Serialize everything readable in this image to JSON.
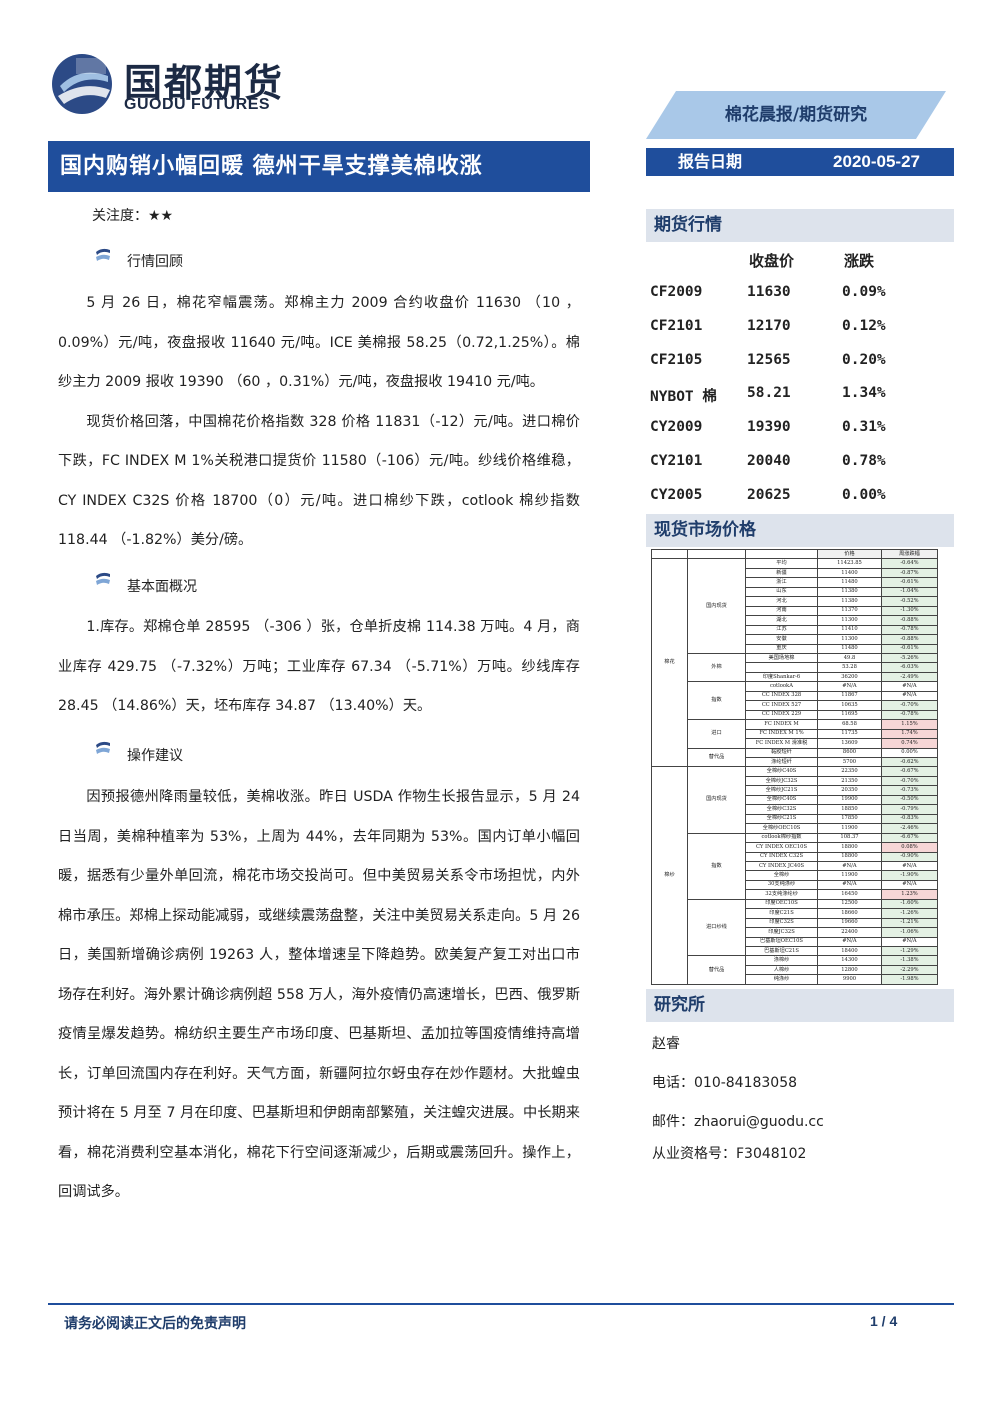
{
  "logo": {
    "cn": "国都期货",
    "en": "GUODU FUTURES"
  },
  "banner": "棉花晨报/期货研究",
  "report_date": {
    "label": "报告日期",
    "value": "2020-05-27"
  },
  "title": "国内购销小幅回暖 德州干旱支撑美棉收涨",
  "focus": "关注度：★★",
  "sections": {
    "review": {
      "heading": "行情回顾",
      "paras": [
        "5 月 26 日，棉花窄幅震荡。郑棉主力 2009 合约收盘价 11630 （10 ，0.09%）元/吨，夜盘报收 11640 元/吨。ICE 美棉报 58.25（0.72,1.25%）。棉纱主力 2009 报收 19390 （60 ，0.31%）元/吨，夜盘报收 19410 元/吨。",
        "现货价格回落，中国棉花价格指数 328 价格 11831（-12）元/吨。进口棉价下跌，FC INDEX M 1%关税港口提货价 11580（-106）元/吨。纱线价格维稳，CY INDEX C32S 价格 18700（0）元/吨。进口棉纱下跌，cotlook 棉纱指数 118.44 （-1.82%）美分/磅。"
      ]
    },
    "fundamentals": {
      "heading": "基本面概况",
      "paras": [
        "1.库存。郑棉仓单 28595 （-306 ）张，仓单折皮棉 114.38 万吨。4 月，商业库存 429.75 （-7.32%）万吨；工业库存 67.34 （-5.71%）万吨。纱线库存 28.45 （14.86%）天，坯布库存 34.87 （13.40%）天。"
      ]
    },
    "advice": {
      "heading": "操作建议",
      "paras": [
        "因预报德州降雨量较低，美棉收涨。昨日 USDA 作物生长报告显示，5 月 24 日当周，美棉种植率为 53%，上周为 44%，去年同期为 53%。国内订单小幅回暖，据悉有少量外单回流，棉花市场交投尚可。但中美贸易关系令市场担忧，内外棉市承压。郑棉上探动能减弱，或继续震荡盘整，关注中美贸易关系走向。5 月 26 日，美国新增确诊病例 19263 人，整体增速呈下降趋势。欧美复产复工对出口市场存在利好。海外累计确诊病例超 558 万人，海外疫情仍高速增长，巴西、俄罗斯疫情呈爆发趋势。棉纺织主要生产市场印度、巴基斯坦、孟加拉等国疫情维持高增长，订单回流国内存在利好。天气方面，新疆阿拉尔蚜虫存在炒作题材。大批蝗虫预计将在 5 月至 7 月在印度、巴基斯坦和伊朗南部繁殖，关注蝗灾进展。中长期来看，棉花消费利空基本消化，棉花下行空间逐渐减少，后期或震荡回升。操作上，回调试多。"
      ]
    }
  },
  "futures": {
    "heading": "期货行情",
    "col_close": "收盘价",
    "col_change": "涨跌",
    "rows": [
      {
        "name": "CF2009",
        "close": "11630",
        "chg": "0.09%"
      },
      {
        "name": "CF2101",
        "close": "12170",
        "chg": "0.12%"
      },
      {
        "name": "CF2105",
        "close": "12565",
        "chg": "0.20%"
      },
      {
        "name": "NYBOT 棉",
        "close": "58.21",
        "chg": "1.34%"
      },
      {
        "name": "CY2009",
        "close": "19390",
        "chg": "0.31%"
      },
      {
        "name": "CY2101",
        "close": "20040",
        "chg": "0.78%"
      },
      {
        "name": "CY2005",
        "close": "20625",
        "chg": "0.00%"
      }
    ]
  },
  "spot": {
    "heading": "现货市场价格",
    "col_price": "价格",
    "col_change": "周涨跌幅",
    "cotton_label": "棉花",
    "yarn_label": "棉纱",
    "cotton_groups": [
      {
        "label": "国内现货",
        "rows": [
          [
            "平均",
            "11423.85",
            "-0.64%"
          ],
          [
            "新疆",
            "11400",
            "-0.87%"
          ],
          [
            "浙江",
            "11480",
            "-0.61%"
          ],
          [
            "山东",
            "11380",
            "-1.04%"
          ],
          [
            "河北",
            "11380",
            "-0.52%"
          ],
          [
            "河南",
            "11370",
            "-1.30%"
          ],
          [
            "湖北",
            "11300",
            "-0.88%"
          ],
          [
            "江苏",
            "11410",
            "-0.78%"
          ],
          [
            "安徽",
            "11300",
            "-0.88%"
          ],
          [
            "重庆",
            "11480",
            "-0.61%"
          ]
        ]
      },
      {
        "label": "外棉",
        "rows": [
          [
            "美国场地棉",
            "49.8",
            "-5.26%"
          ],
          [
            "",
            "53.28",
            "-6.03%"
          ],
          [
            "印度Shankar-6",
            "36200",
            "-2.49%"
          ]
        ]
      },
      {
        "label": "指数",
        "rows": [
          [
            "cotlookA",
            "#N/A",
            "#N/A"
          ],
          [
            "CC INDEX 328",
            "11867",
            "#N/A"
          ],
          [
            "CC INDEX 527",
            "10635",
            "-0.70%"
          ],
          [
            "CC INDEX 229",
            "11695",
            "-0.78%"
          ]
        ]
      },
      {
        "label": "进口",
        "rows": [
          [
            "FC INDEX M",
            "68.58",
            "1.15%"
          ],
          [
            "FC INDEX M 1%",
            "11735",
            "1.74%"
          ],
          [
            "FC INDEX M 滑准税",
            "13609",
            "0.74%"
          ]
        ]
      },
      {
        "label": "替代品",
        "rows": [
          [
            "黏胶短纤",
            "8600",
            "0.00%"
          ],
          [
            "涤纶短纤",
            "5700",
            "-0.62%"
          ]
        ]
      }
    ],
    "yarn_groups": [
      {
        "label": "国内现货",
        "rows": [
          [
            "全棉纱C40S",
            "22350",
            "-0.67%"
          ],
          [
            "全棉纱JC32S",
            "21350",
            "-0.70%"
          ],
          [
            "全棉纱JC21S",
            "20350",
            "-0.73%"
          ],
          [
            "全棉纱C40S",
            "19900",
            "-0.50%"
          ],
          [
            "全棉纱C32S",
            "18850",
            "-0.79%"
          ],
          [
            "全棉纱C21S",
            "17850",
            "-0.83%"
          ],
          [
            "全棉纱OEC10S",
            "11900",
            "-2.46%"
          ]
        ]
      },
      {
        "label": "指数",
        "rows": [
          [
            "cotlook棉纱指数",
            "108.37",
            "-6.67%"
          ],
          [
            "CY INDEX OEC10S",
            "18800",
            "0.08%"
          ],
          [
            "CY INDEX C32S",
            "18800",
            "-0.90%"
          ],
          [
            "CY INDEX JC40S",
            "#N/A",
            "#N/A"
          ],
          [
            "全棉纱",
            "11900",
            "-1.90%"
          ],
          [
            "30支纯涤纱",
            "#N/A",
            "#N/A"
          ],
          [
            "32支纯涤纶纱",
            "16450",
            "1.23%"
          ]
        ]
      },
      {
        "label": "进口纱线",
        "rows": [
          [
            "印度OEC10S",
            "12500",
            "-1.60%"
          ],
          [
            "印度C21S",
            "18660",
            "-1.26%"
          ],
          [
            "印度C32S",
            "19660",
            "-1.21%"
          ],
          [
            "印度JC32S",
            "22400",
            "-1.06%"
          ],
          [
            "巴基斯坦OEC10S",
            "#N/A",
            "#N/A"
          ],
          [
            "巴基斯坦C21S",
            "18400",
            "-1.29%"
          ]
        ]
      },
      {
        "label": "替代品",
        "rows": [
          [
            "涤棉纱",
            "14300",
            "-1.38%"
          ],
          [
            "人棉纱",
            "12800",
            "-2.29%"
          ],
          [
            "纯涤纱",
            "9900",
            "-1.98%"
          ]
        ]
      }
    ]
  },
  "institute": {
    "heading": "研究所",
    "name": "赵睿",
    "phone": "电话：010-84183058",
    "email": "邮件：zhaorui@guodu.cc",
    "license": "从业资格号：F3048102"
  },
  "footer": {
    "disclaimer": "请务必阅读正文后的免责声明",
    "page": "1 / 4"
  }
}
